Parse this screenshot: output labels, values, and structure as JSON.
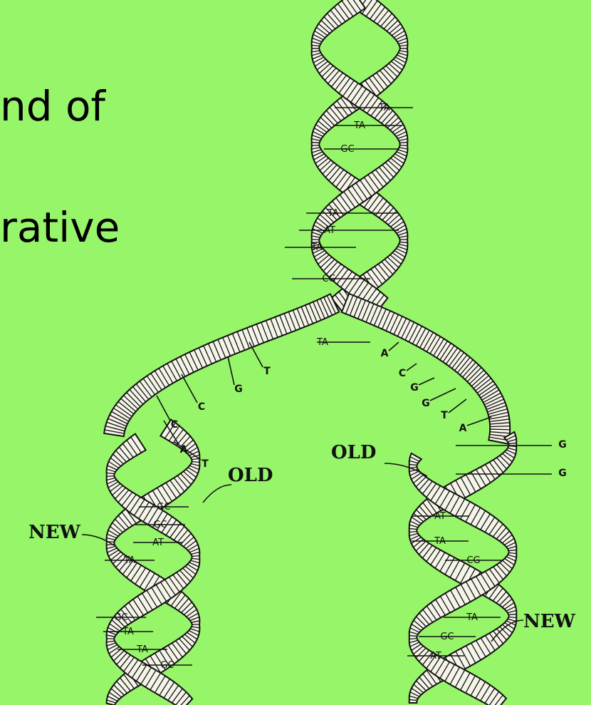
{
  "slide": {
    "line1": "nd of",
    "line2": "rative"
  },
  "colors": {
    "background": "#97f56a",
    "ink": "#111111"
  },
  "labels": {
    "old": "OLD",
    "new": "NEW"
  },
  "pairs_top": [
    "TA",
    "TA",
    "GC",
    "TA",
    "AT",
    "TA",
    "CG",
    "TA"
  ],
  "left_unpaired": [
    "T",
    "G",
    "C",
    "C",
    "A",
    "T"
  ],
  "right_unpaired": [
    "A",
    "C",
    "G",
    "G",
    "T",
    "A"
  ],
  "left_pairs": [
    "GC",
    "GC",
    "AT",
    "TA",
    "GC",
    "TA",
    "TA",
    "GC"
  ],
  "right_new_bases": [
    "G",
    "G"
  ],
  "right_pairs": [
    "AT",
    "TA",
    "CG",
    "TA",
    "GC",
    "AT"
  ]
}
